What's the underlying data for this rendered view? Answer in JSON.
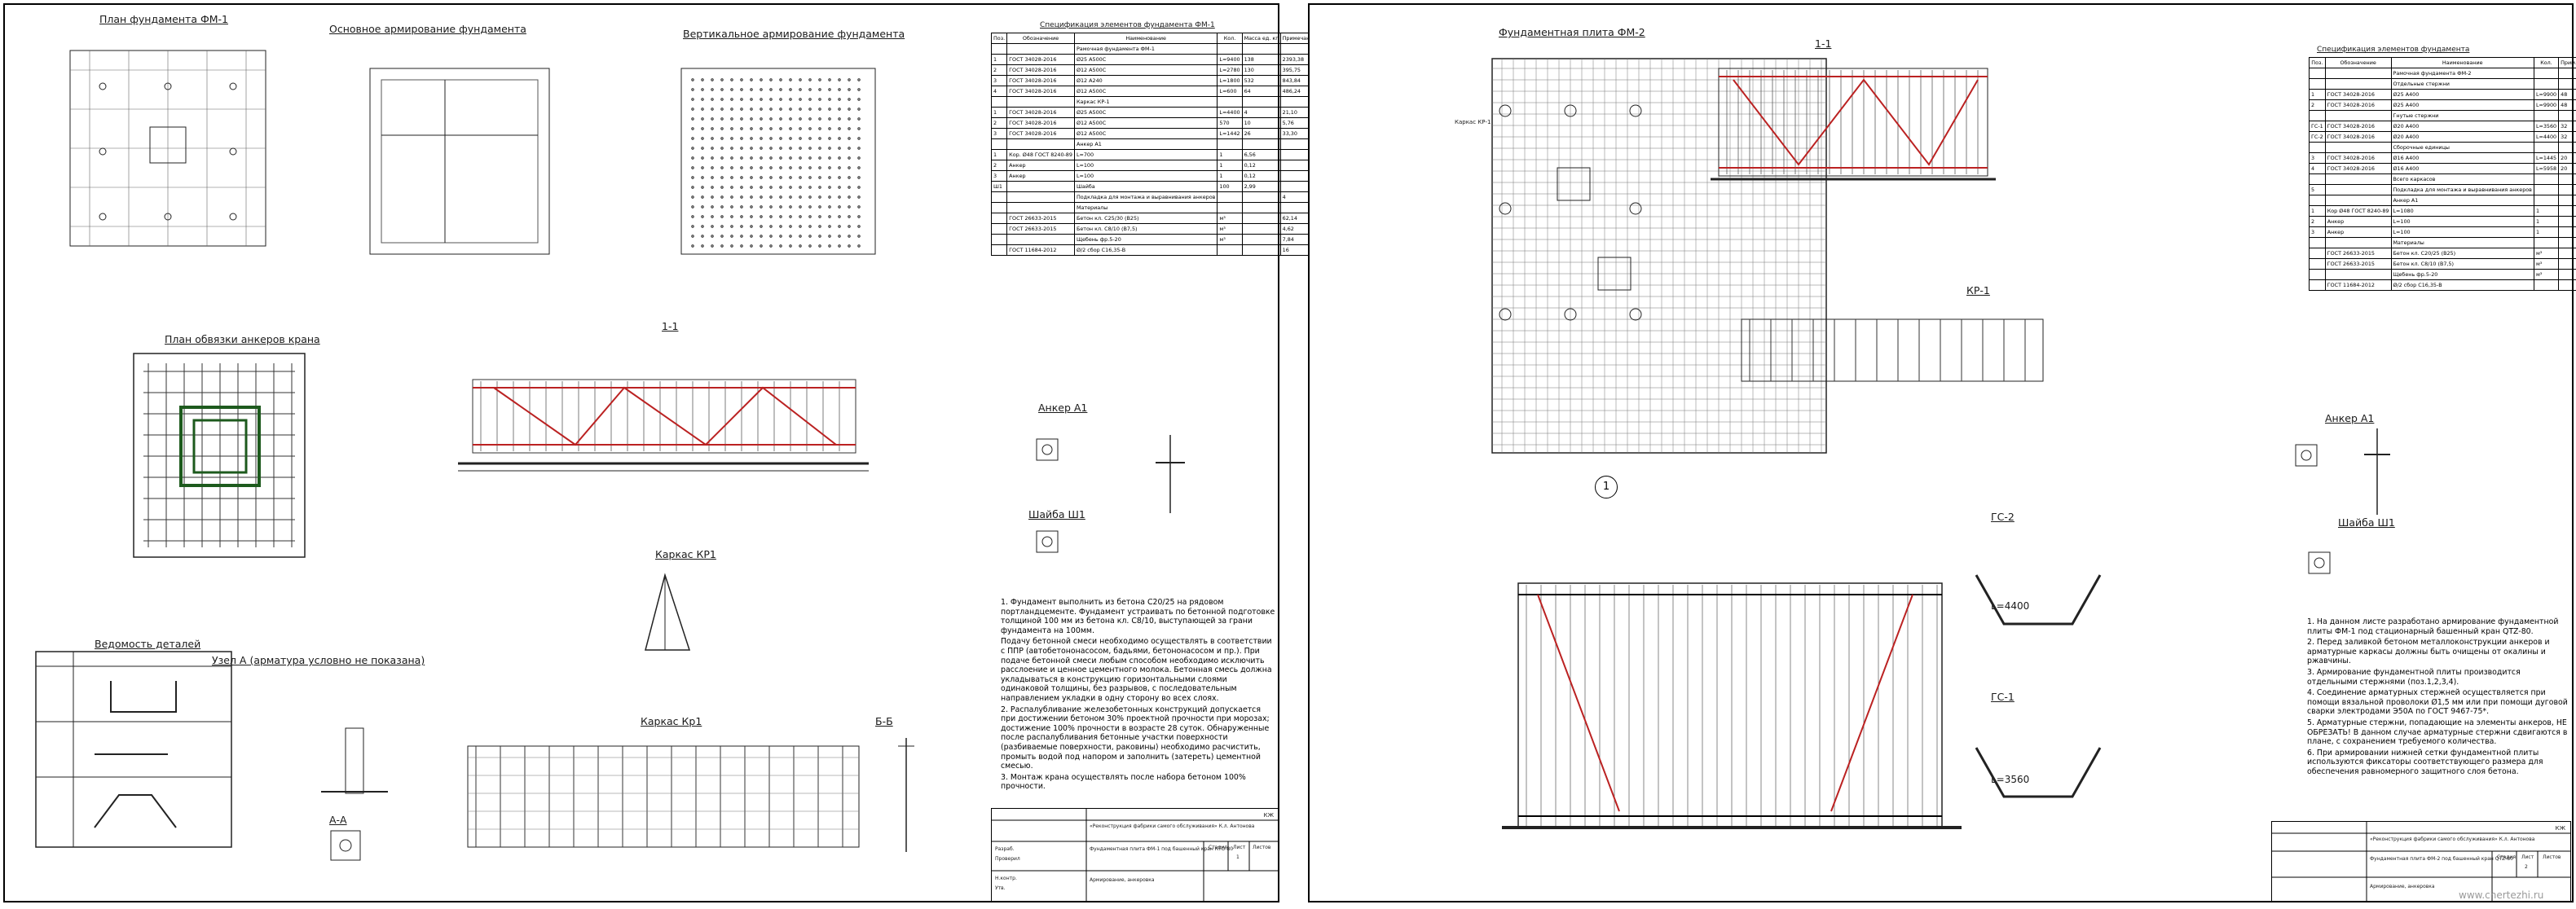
{
  "sheet1": {
    "plan_title": "План фундамента ФМ-1",
    "main_reinf_title": "Основное армирование фундамента",
    "vert_reinf_title": "Вертикальное армирование фундамента",
    "spec_title": "Спецификация элементов фундамента ФМ-1",
    "anchor_plan_title": "План обвязки анкеров крана",
    "section_11": "1-1",
    "frame_kr1": "Каркас КР1",
    "frame_kr1_b": "Каркас Кр1",
    "details_title": "Ведомость деталей",
    "node_a_title": "Узел А (арматура условно не показана)",
    "section_aa": "А-А",
    "section_bb": "Б-Б",
    "anchor_a1": "Анкер А1",
    "washer_w1": "Шайба Ш1",
    "spec_headers": [
      "Поз.",
      "Обозначение",
      "Наименование",
      "Кол.",
      "Масса ед. кг",
      "Примечание"
    ],
    "spec_rows": [
      [
        "",
        "",
        "Рамочная фундамента ФМ-1",
        "",
        "",
        ""
      ],
      [
        "1",
        "ГОСТ 34028-2016",
        "Ø25 А500С",
        "L=9400",
        "138",
        "2393,38"
      ],
      [
        "2",
        "ГОСТ 34028-2016",
        "Ø12 А500С",
        "L=2780",
        "130",
        "395,75"
      ],
      [
        "3",
        "ГОСТ 34028-2016",
        "Ø12 А240",
        "L=1800",
        "532",
        "843,84"
      ],
      [
        "4",
        "ГОСТ 34028-2016",
        "Ø12 А500С",
        "L=600",
        "64",
        "486,24"
      ],
      [
        "",
        "",
        "Каркас КР-1",
        "",
        "",
        ""
      ],
      [
        "1",
        "ГОСТ 34028-2016",
        "Ø25 А500С",
        "L=4400",
        "4",
        "21,10"
      ],
      [
        "2",
        "ГОСТ 34028-2016",
        "Ø12 А500С",
        "570",
        "10",
        "5,76"
      ],
      [
        "3",
        "ГОСТ 34028-2016",
        "Ø12 А500С",
        "L=1442",
        "26",
        "33,30"
      ],
      [
        "",
        "",
        "Анкер А1",
        "",
        "",
        ""
      ],
      [
        "1",
        "Кор. Ø48 ГОСТ 8240-89",
        "L=700",
        "1",
        "6,56",
        ""
      ],
      [
        "2",
        "Анкер",
        "L=100",
        "1",
        "0,12",
        ""
      ],
      [
        "3",
        "Анкер",
        "L=100",
        "1",
        "0,12",
        ""
      ],
      [
        "Ш1",
        "",
        "Шайба",
        "100",
        "2,99",
        ""
      ],
      [
        "",
        "",
        "Подкладка для монтажа и выравнивания анкеров",
        "",
        "",
        "4"
      ],
      [
        "",
        "",
        "Материалы",
        "",
        "",
        ""
      ],
      [
        "",
        "ГОСТ 26633-2015",
        "Бетон кл. С25/30 (В25)",
        "м³",
        "",
        "62,14"
      ],
      [
        "",
        "ГОСТ 26633-2015",
        "Бетон кл. С8/10 (В7,5)",
        "м³",
        "",
        "4,62"
      ],
      [
        "",
        "",
        "Щебень фр.5-20",
        "м³",
        "",
        "7,84"
      ],
      [
        "",
        "ГОСТ 11684-2012",
        "Ø/2 сбор С16,35-В",
        "",
        "",
        "16"
      ]
    ],
    "notes": [
      "1. Фундамент выполнить из бетона С20/25 на рядовом портландцементе. Фундамент устраивать по бетонной подготовке толщиной 100 мм из бетона кл. С8/10, выступающей за грани фундамента на 100мм.",
      "Подачу бетонной смеси необходимо осуществлять в соответствии с ППР (автобетононасосом, бадьями, бетононасосом и пр.). При подаче бетонной смеси любым способом необходимо исключить расслоение и ценное цементного молока. Бетонная смесь должна укладываться в конструкцию горизонтальными слоями одинаковой толщины, без разрывов, с последовательным направлением укладки в одну сторону во всех слоях.",
      "2. Распалубливание железобетонных конструкций допускается при достижении бетоном 30% проектной прочности при морозах; достижение 100% прочности в возрасте 28 суток. Обнаруженные после распалубливания бетонные участки поверхности (разбиваемые поверхности, раковины) необходимо расчистить, промыть водой под напором и заполнить (затереть) цементной смесью.",
      "3. Монтаж крана осуществлять после набора бетоном 100% прочности."
    ],
    "stamp_org": "«Реконструкция фабрики самого обслуживания» К.л. Антонова",
    "stamp_title": "Фундаментная плита ФМ-1 под башенный кран КТО-80",
    "stamp_sheet": "Армирование, анкеровка",
    "stamp_cols": [
      "Стадия",
      "Лист",
      "Листов"
    ],
    "stamp_vals": [
      "",
      "1",
      ""
    ],
    "stamp_roles": [
      "Разраб.",
      "Проверил",
      "Н.контр.",
      "Утв."
    ],
    "doc_code": "КЖ"
  },
  "sheet2": {
    "plate_title": "Фундаментная плита ФМ-2",
    "section_11": "1-1",
    "kr1": "КР-1",
    "gs2": "ГС-2",
    "gs1": "ГС-1",
    "l4400": "L=4400",
    "l3560": "L=3560",
    "spec_title": "Спецификация элементов фундамента",
    "anchor_a1": "Анкер А1",
    "washer_w1": "Шайба Ш1",
    "circle_mark": "1",
    "frame_kr1": "Каркас КР-1",
    "spec_headers": [
      "Поз.",
      "Обозначение",
      "Наименование",
      "Кол.",
      "Прим."
    ],
    "spec_rows": [
      [
        "",
        "",
        "Рамочная фундамента ФМ-2",
        "",
        ""
      ],
      [
        "",
        "",
        "Отдельные стержни",
        "",
        ""
      ],
      [
        "1",
        "ГОСТ 34028-2016",
        "Ø25 А400",
        "L=9900",
        "48"
      ],
      [
        "2",
        "ГОСТ 34028-2016",
        "Ø25 А400",
        "L=9900",
        "48"
      ],
      [
        "",
        "",
        "Гнутые стержни",
        "",
        ""
      ],
      [
        "ГС-1",
        "ГОСТ 34028-2016",
        "Ø20 А400",
        "L=3560",
        "32"
      ],
      [
        "ГС-2",
        "ГОСТ 34028-2016",
        "Ø20 А400",
        "L=4400",
        "32"
      ],
      [
        "",
        "",
        "Сборочные единицы",
        "",
        ""
      ],
      [
        "3",
        "ГОСТ 34028-2016",
        "Ø16 А400",
        "L=1445",
        "20"
      ],
      [
        "4",
        "ГОСТ 34028-2016",
        "Ø16 А400",
        "L=5958",
        "20"
      ],
      [
        "",
        "",
        "Всего каркасов",
        "",
        ""
      ],
      [
        "5",
        "",
        "Подкладка для монтажа и выравнивания анкеров",
        "",
        ""
      ],
      [
        "",
        "",
        "Анкер А1",
        "",
        ""
      ],
      [
        "1",
        "Кор Ø48 ГОСТ 8240-89",
        "L=1080",
        "1",
        ""
      ],
      [
        "2",
        "Анкер",
        "L=100",
        "1",
        ""
      ],
      [
        "3",
        "Анкер",
        "L=100",
        "1",
        ""
      ],
      [
        "",
        "",
        "Материалы",
        "",
        ""
      ],
      [
        "",
        "ГОСТ 26633-2015",
        "Бетон кл. С20/25 (В25)",
        "м³",
        ""
      ],
      [
        "",
        "ГОСТ 26633-2015",
        "Бетон кл. С8/10 (В7,5)",
        "м³",
        ""
      ],
      [
        "",
        "",
        "Щебень фр.5-20",
        "м³",
        ""
      ],
      [
        "",
        "ГОСТ 11684-2012",
        "Ø/2 сбор С16,35-В",
        "",
        ""
      ]
    ],
    "notes": [
      "1. На данном листе разработано армирование фундаментной плиты ФМ-1 под стационарный башенный кран QTZ-80.",
      "2. Перед заливкой бетоном металлоконструкции анкеров и арматурные каркасы должны быть очищены от окалины и ржавчины.",
      "3. Армирование фундаментной плиты производится отдельными стержнями (поз.1,2,3,4).",
      "4. Соединение арматурных стержней осуществляется при помощи вязальной проволоки Ø1,5 мм или при помощи дуговой сварки электродами Э50А по ГОСТ 9467-75*.",
      "5. Арматурные стержни, попадающие на элементы анкеров, НЕ ОБРЕЗАТЬ! В данном случае арматурные стержни сдвигаются в плане, с сохранением требуемого количества.",
      "6. При армировании нижней сетки фундаментной плиты используются фиксаторы соответствующего размера для обеспечения равномерного защитного слоя бетона."
    ],
    "stamp_org": "«Реконструкция фабрики самого обслуживания» К.л. Антонова",
    "stamp_title": "Фундаментная плита ФМ-2 под башенный кран QTZ-80",
    "stamp_sheet": "Армирование, анкеровка",
    "stamp_cols": [
      "Стадия",
      "Лист",
      "Листов"
    ],
    "stamp_vals": [
      "",
      "2",
      ""
    ],
    "doc_code": "КЖ",
    "watermark": "www.chertezhi.ru"
  }
}
